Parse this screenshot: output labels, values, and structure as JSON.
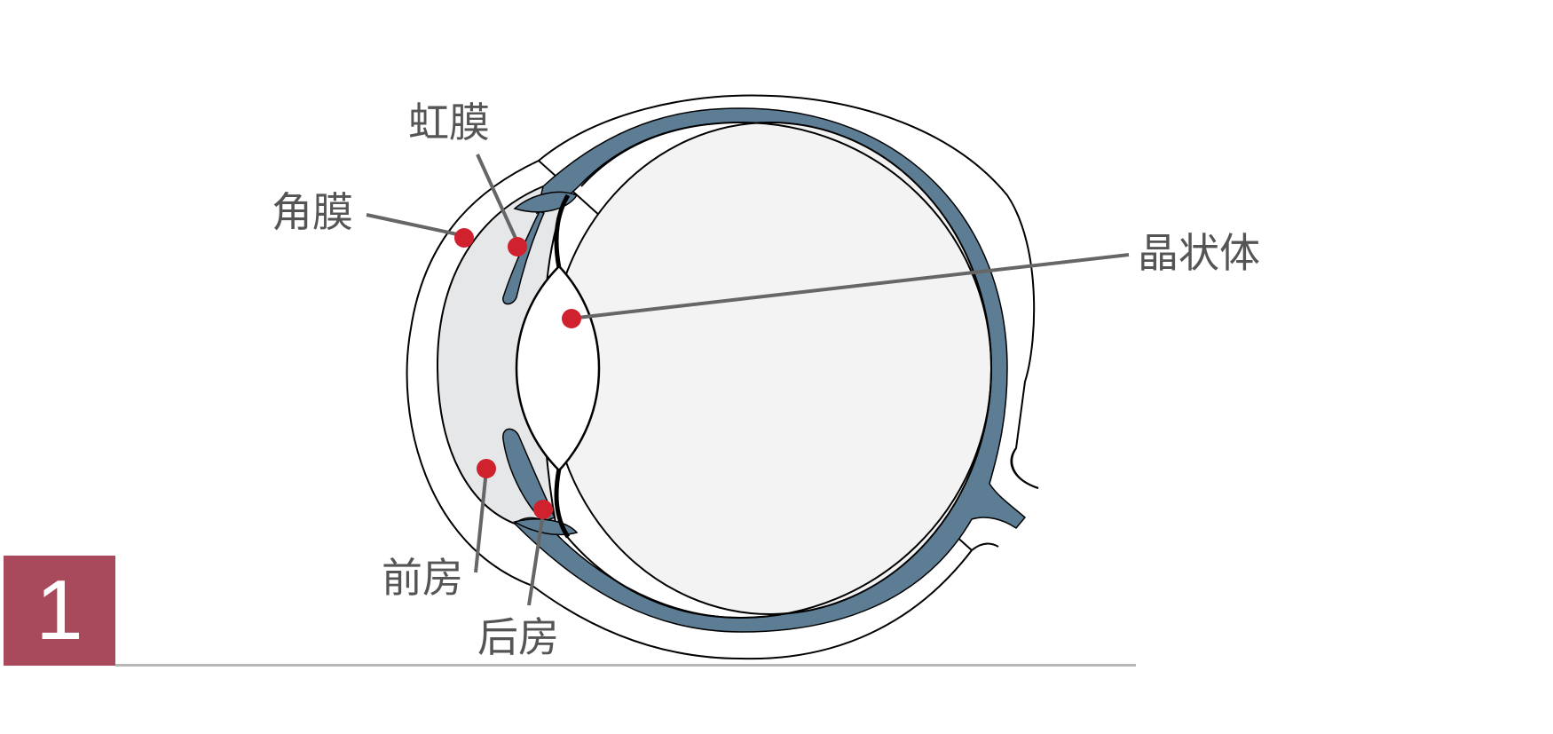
{
  "labels": {
    "iris": "虹膜",
    "cornea": "角膜",
    "lens": "晶状体",
    "anterior_chamber": "前房",
    "posterior_chamber": "后房"
  },
  "badge": {
    "number": "1"
  },
  "colors": {
    "sclera_blue": "#5d7d94",
    "marker_red": "#d0222e",
    "label_text": "#555555",
    "badge": "#a84a5c",
    "baseline": "#b8b8b8",
    "chamber_fill": "#e6e7e9",
    "vitreous_fill": "#f3f3f4"
  }
}
